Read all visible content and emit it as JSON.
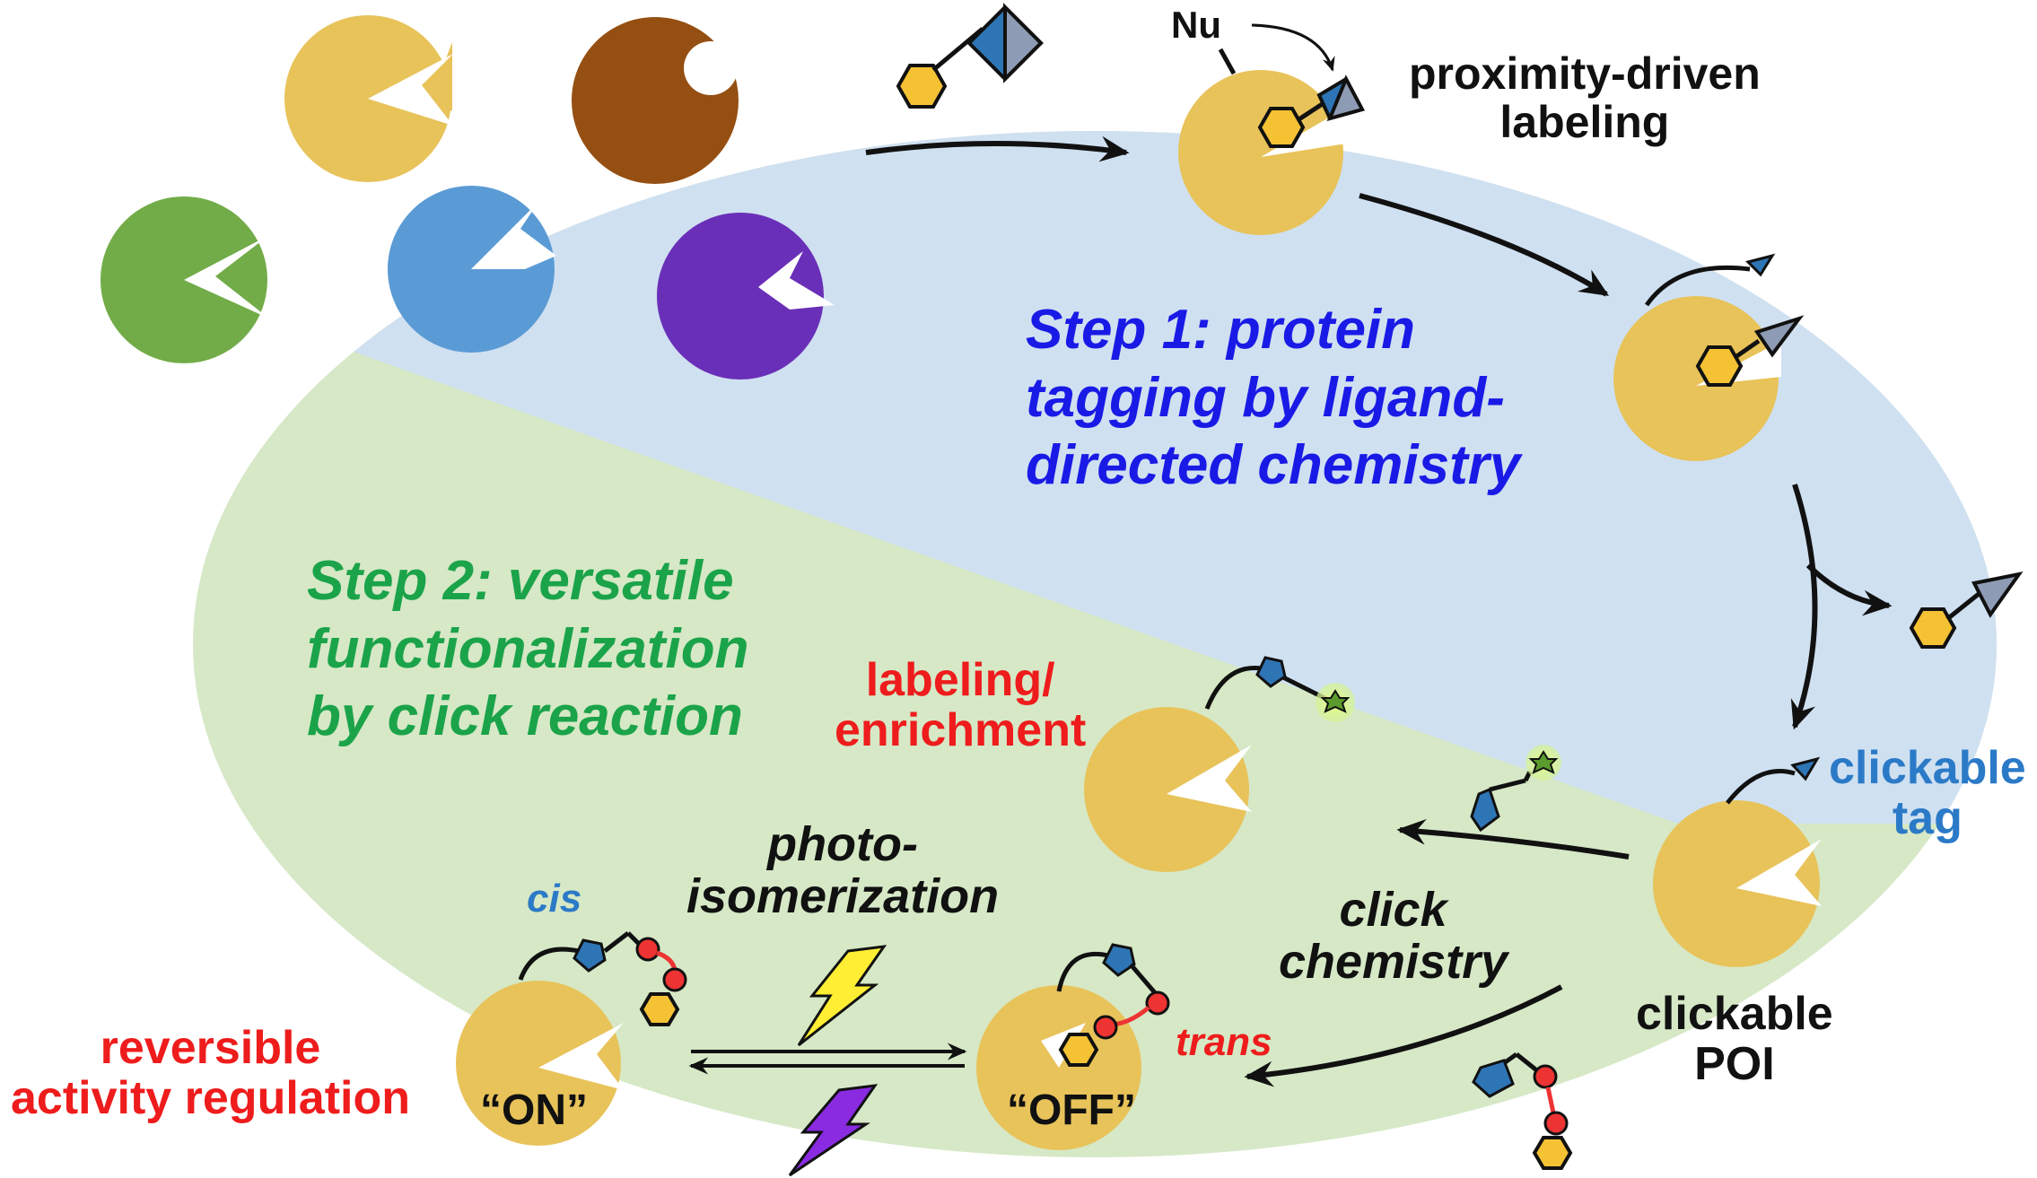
{
  "labels": {
    "nu": "Nu",
    "proximity_line1": "proximity-driven",
    "proximity_line2": "labeling",
    "step1_line1": "Step 1: protein",
    "step1_line2": "tagging by ligand-",
    "step1_line3": "directed chemistry",
    "step2_line1": "Step 2: versatile",
    "step2_line2": "functionalization",
    "step2_line3": "by click reaction",
    "labeling_line1": "labeling/",
    "labeling_line2": "enrichment",
    "clickable_tag_line1": "clickable",
    "clickable_tag_line2": "tag",
    "photo_line1": "photo-",
    "photo_line2": "isomerization",
    "click_line1": "click",
    "click_line2": "chemistry",
    "cis": "cis",
    "trans": "trans",
    "on": "“ON”",
    "off": "“OFF”",
    "clickable_poi_line1": "clickable",
    "clickable_poi_line2": "POI",
    "reversible_line1": "reversible",
    "reversible_line2": "activity regulation"
  },
  "colors": {
    "step1_region": "#cfe0f1",
    "step2_region": "#d6e8c6",
    "protein_yellow": "#e8c35a",
    "protein_brown": "#954f12",
    "protein_green": "#72ac48",
    "protein_blue": "#5b9bd5",
    "protein_purple": "#6a2fb8",
    "ligand_yellow": "#f5c234",
    "tag_blue": "#2e75b6",
    "tag_gray": "#8e9bb4",
    "dye_green": "#5b9a2c",
    "azo_red": "#ee3333",
    "step1_text": "#1a1ae6",
    "step2_text": "#1ba34a",
    "red_text": "#ee1c1c",
    "clickable_tag_text": "#2b7ac7",
    "cis_text": "#2b7ac7",
    "bolt_yellow": "#ffee33",
    "bolt_purple": "#8a2be2"
  },
  "icons": [
    "pacman-protein",
    "hexagon-ligand",
    "diamond-reactive-group",
    "triangle-tag",
    "pentagon-triazole",
    "star-dye",
    "lightning-bolt",
    "curved-arrow",
    "equilibrium-arrows"
  ]
}
